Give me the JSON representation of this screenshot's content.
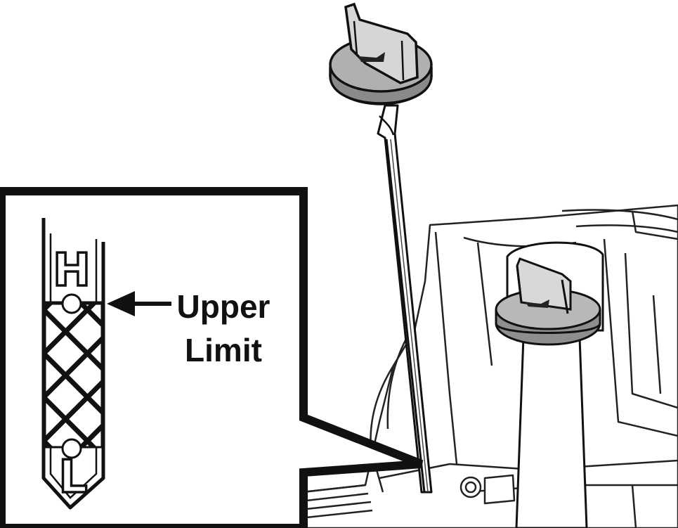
{
  "diagram": {
    "callout": {
      "label_line1": "Upper",
      "label_line2": "Limit"
    },
    "dipstick_marks": {
      "high": "H",
      "low": "L"
    }
  }
}
